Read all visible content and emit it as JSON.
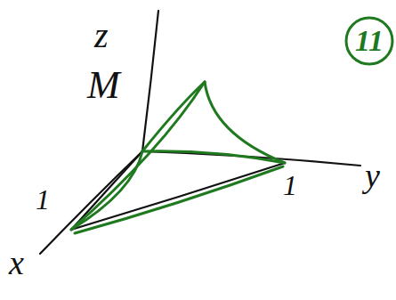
{
  "diagram": {
    "nodes": [
      {
        "text": [
          "11"
        ]
      }
    ],
    "labels": [
      "z",
      "M",
      "1",
      "1",
      "y",
      "x"
    ]
  }
}
